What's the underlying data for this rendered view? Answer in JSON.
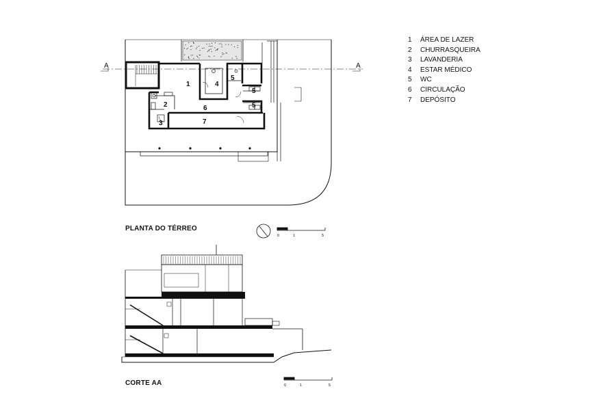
{
  "plan": {
    "title": "PLANTA DO TÉRREO",
    "section_marker": "A",
    "rooms": [
      {
        "num": "1"
      },
      {
        "num": "2"
      },
      {
        "num": "3"
      },
      {
        "num": "4"
      },
      {
        "num": "5"
      },
      {
        "num": "5"
      },
      {
        "num": "5"
      },
      {
        "num": "6"
      },
      {
        "num": "7"
      }
    ],
    "scale_ticks": [
      "0",
      "1",
      "5"
    ]
  },
  "section": {
    "title": "CORTE AA",
    "scale_ticks": [
      "0",
      "1",
      "5"
    ]
  },
  "legend": [
    {
      "num": "1",
      "label": "ÁREA DE LAZER"
    },
    {
      "num": "2",
      "label": "CHURRASQUEIRA"
    },
    {
      "num": "3",
      "label": "LAVANDERIA"
    },
    {
      "num": "4",
      "label": "ESTAR MÉDICO"
    },
    {
      "num": "5",
      "label": "WC"
    },
    {
      "num": "6",
      "label": "CIRCULAÇÃO"
    },
    {
      "num": "7",
      "label": "DEPÓSITO"
    }
  ]
}
